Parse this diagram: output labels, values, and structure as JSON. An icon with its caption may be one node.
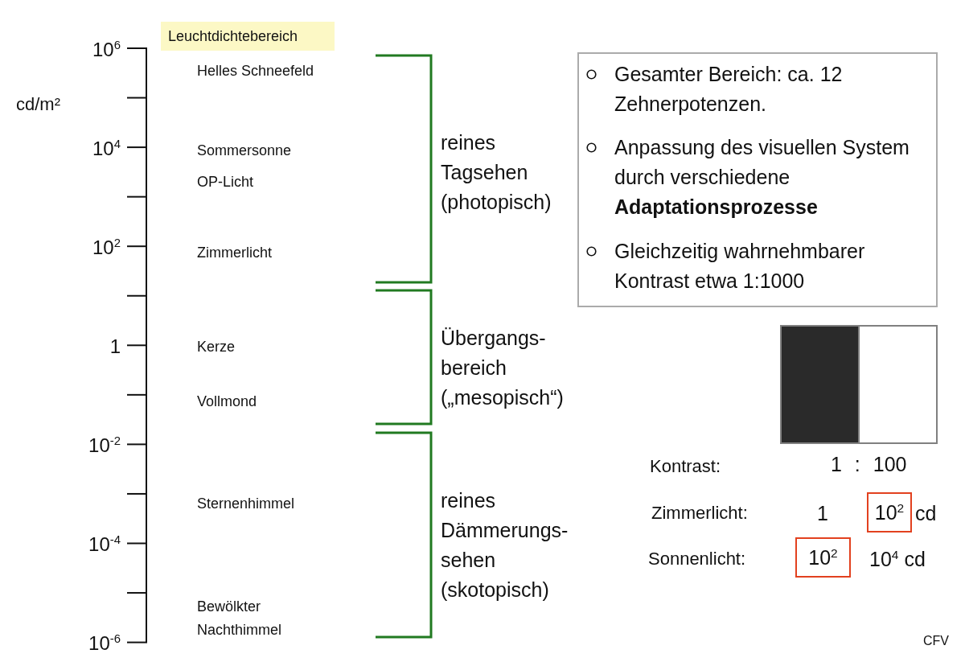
{
  "diagram": {
    "nodes": [
      {
        "text": [
          "Leuchtdichtebereich"
        ]
      },
      {
        "text": [
          "Gesamter Bereich: ca. 12 Zehnerpotenzen.",
          "Anpassung des visuellen System durch verschiedene **Adaptationsprozesse**",
          "Gleichzeitig wahrnehmbarer Kontrast etwa 1:1000"
        ]
      },
      {
        "text": [
          "10$^{2}$"
        ]
      },
      {
        "text": [
          "10$^{2}$"
        ]
      }
    ],
    "edges": [],
    "labels": [
      "cd/m²",
      "10$^{6}$",
      "10$^{4}$",
      "10$^{2}$",
      "1",
      "10$^{-2}$",
      "10$^{-4}$",
      "10$^{-6}$",
      "Helles Schneefeld",
      "Sommersonne",
      "OP-Licht",
      "Zimmerlicht",
      "Kerze",
      "Vollmond",
      "Sternenhimmel",
      "Bewölkter Nachthimmel",
      "reines Tagsehen (photopisch)",
      "Übergangs- bereich („mesopisch“)",
      "reines Dämmerungs- sehen (skotopisch)",
      "Kontrast:",
      "1 : 100",
      "Zimmerlicht:",
      "1",
      "cd",
      "Sonnenlicht:",
      "10$^{4}$ cd",
      "CFV"
    ]
  }
}
